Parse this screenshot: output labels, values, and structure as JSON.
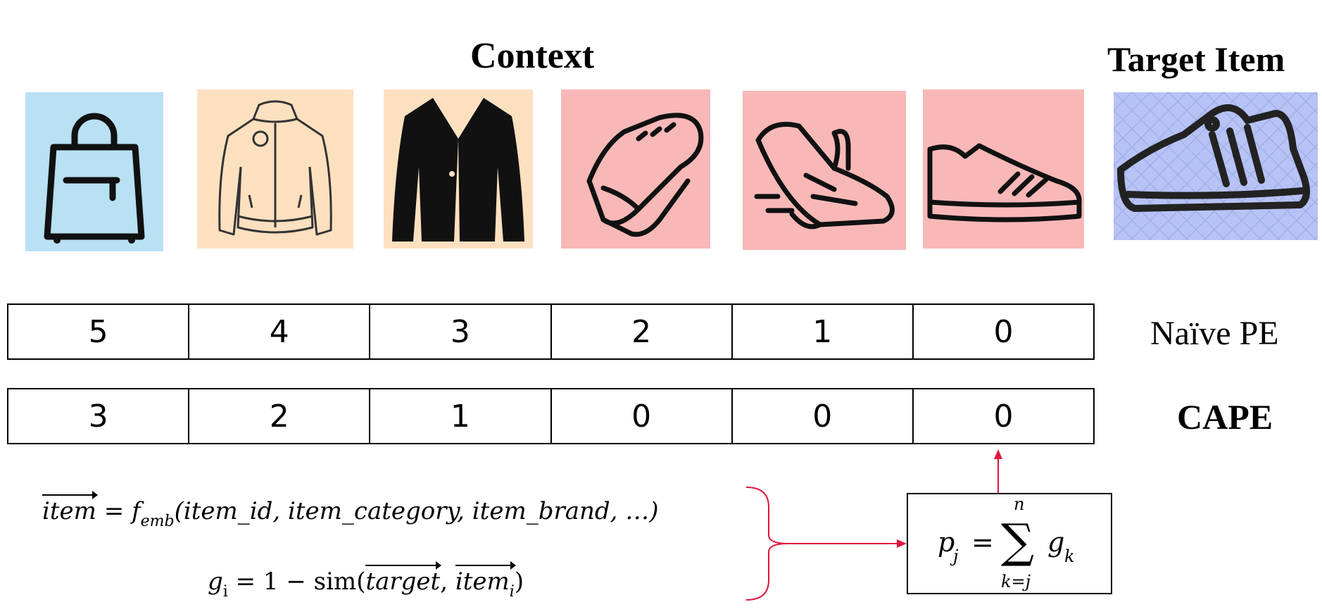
{
  "headings": {
    "context": "Context",
    "target": "Target Item"
  },
  "thumbnails": [
    {
      "icon": "handbag-icon",
      "bg": "#b9e0f3"
    },
    {
      "icon": "bomber-jacket-icon",
      "bg": "#fde0c0"
    },
    {
      "icon": "blazer-icon",
      "bg": "#fde0c0"
    },
    {
      "icon": "sneaker-icon",
      "bg": "#f8b8b8"
    },
    {
      "icon": "running-shoe-icon",
      "bg": "#f8b8b8"
    },
    {
      "icon": "striped-sneaker-icon",
      "bg": "#f8b8b8"
    },
    {
      "icon": "target-sneaker-icon",
      "bg": "#b8c3f5"
    }
  ],
  "rows": {
    "naive": {
      "label": "Naïve PE",
      "values": [
        "5",
        "4",
        "3",
        "2",
        "1",
        "0"
      ]
    },
    "cape": {
      "label": "CAPE",
      "values": [
        "3",
        "2",
        "1",
        "0",
        "0",
        "0"
      ]
    }
  },
  "formulas": {
    "item_vec": "item",
    "eq": "=",
    "f": "f",
    "f_sub": "emb",
    "args": "(item_id, item_category, item_brand, …)",
    "g": "g",
    "g_sub": "i",
    "g_rhs": "= 1 − sim(",
    "target_vec": "target",
    "comma": ",",
    "item_vec2": "item",
    "item_sub": "i",
    "close": ")"
  },
  "sum_formula": {
    "p": "p",
    "p_sub": "j",
    "eq": "=",
    "sigma": "∑",
    "upper": "n",
    "lower": "k=j",
    "g": "g",
    "g_sub": "k"
  },
  "colors": {
    "arrow": "#e0143c",
    "line": "#000000"
  }
}
